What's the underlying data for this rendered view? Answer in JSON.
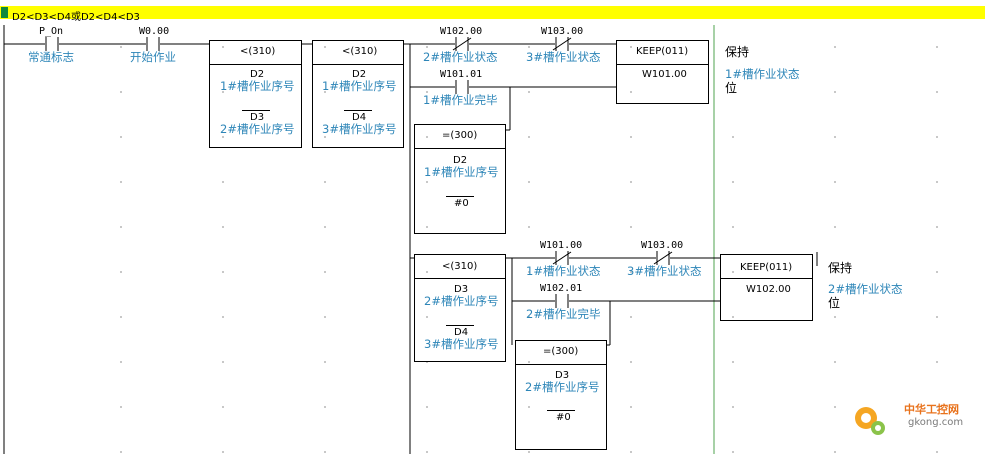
{
  "rung": {
    "title": "D2<D3<D4或D2<D4<D3"
  },
  "contacts": {
    "p_on": {
      "addr": "P_On",
      "comment": "常通标志"
    },
    "w000": {
      "addr": "W0.00",
      "comment": "开始作业"
    },
    "w10200_nc": {
      "addr": "W102.00",
      "comment": "2#槽作业状态"
    },
    "w10300_nc_top": {
      "addr": "W103.00",
      "comment": "3#槽作业状态"
    },
    "w10101": {
      "addr": "W101.01",
      "comment": "1#槽作业完毕"
    },
    "w10100_nc": {
      "addr": "W101.00",
      "comment": "1#槽作业状态"
    },
    "w10300_nc_bot": {
      "addr": "W103.00",
      "comment": "3#槽作业状态"
    },
    "w10201": {
      "addr": "W102.01",
      "comment": "2#槽作业完毕"
    }
  },
  "blocks": {
    "cmp1": {
      "op": "<(310)",
      "a": "D2",
      "a_cmt": "1#槽作业序号",
      "b": "D3",
      "b_cmt": "2#槽作业序号"
    },
    "cmp2": {
      "op": "<(310)",
      "a": "D2",
      "a_cmt": "1#槽作业序号",
      "b": "D4",
      "b_cmt": "3#槽作业序号"
    },
    "eq1": {
      "op": "=(300)",
      "a": "D2",
      "a_cmt": "1#槽作业序号",
      "b": "#0"
    },
    "cmp3": {
      "op": "<(310)",
      "a": "D3",
      "a_cmt": "2#槽作业序号",
      "b": "D4",
      "b_cmt": "3#槽作业序号"
    },
    "eq2": {
      "op": "=(300)",
      "a": "D3",
      "a_cmt": "2#槽作业序号",
      "b": "#0"
    },
    "keep1": {
      "op": "KEEP(011)",
      "operand": "W101.00",
      "side_title": "保持",
      "side_cmt_1": "1#槽作业状态",
      "side_cmt_2": "位"
    },
    "keep2": {
      "op": "KEEP(011)",
      "operand": "W102.00",
      "side_title": "保持",
      "side_cmt_1": "2#槽作业状态",
      "side_cmt_2": "位"
    }
  },
  "watermark": {
    "text_cn": "中华工控网",
    "text_en": "gkong.com"
  },
  "colors": {
    "title_bg": "#ffff00",
    "comment": "#2e86b8",
    "grid_dot": "#c8c8c8",
    "rail_green": "#4fa34f"
  }
}
